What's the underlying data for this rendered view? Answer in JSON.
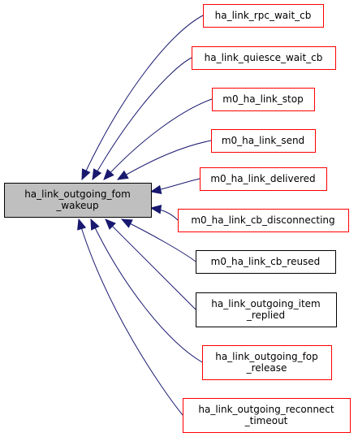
{
  "graph": {
    "center": {
      "id": "center",
      "lines": [
        "ha_link_outgoing_fom",
        "_wakeup"
      ],
      "fill": "#bfbfbf",
      "stroke": "#000000"
    },
    "callers": [
      {
        "id": "rpc_wait_cb",
        "lines": [
          "ha_link_rpc_wait_cb"
        ],
        "border": "#ff0000"
      },
      {
        "id": "quiesce_wait_cb",
        "lines": [
          "ha_link_quiesce_wait_cb"
        ],
        "border": "#ff0000"
      },
      {
        "id": "stop",
        "lines": [
          "m0_ha_link_stop"
        ],
        "border": "#ff0000"
      },
      {
        "id": "send",
        "lines": [
          "m0_ha_link_send"
        ],
        "border": "#ff0000"
      },
      {
        "id": "delivered",
        "lines": [
          "m0_ha_link_delivered"
        ],
        "border": "#ff0000"
      },
      {
        "id": "cb_disconnecting",
        "lines": [
          "m0_ha_link_cb_disconnecting"
        ],
        "border": "#ff0000"
      },
      {
        "id": "cb_reused",
        "lines": [
          "m0_ha_link_cb_reused"
        ],
        "border": "#000000"
      },
      {
        "id": "item_replied",
        "lines": [
          "ha_link_outgoing_item",
          "_replied"
        ],
        "border": "#000000"
      },
      {
        "id": "fop_release",
        "lines": [
          "ha_link_outgoing_fop",
          "_release"
        ],
        "border": "#ff0000"
      },
      {
        "id": "reconnect_timeout",
        "lines": [
          "ha_link_outgoing_reconnect",
          "_timeout"
        ],
        "border": "#ff0000"
      }
    ],
    "edge_color": "#191970"
  }
}
